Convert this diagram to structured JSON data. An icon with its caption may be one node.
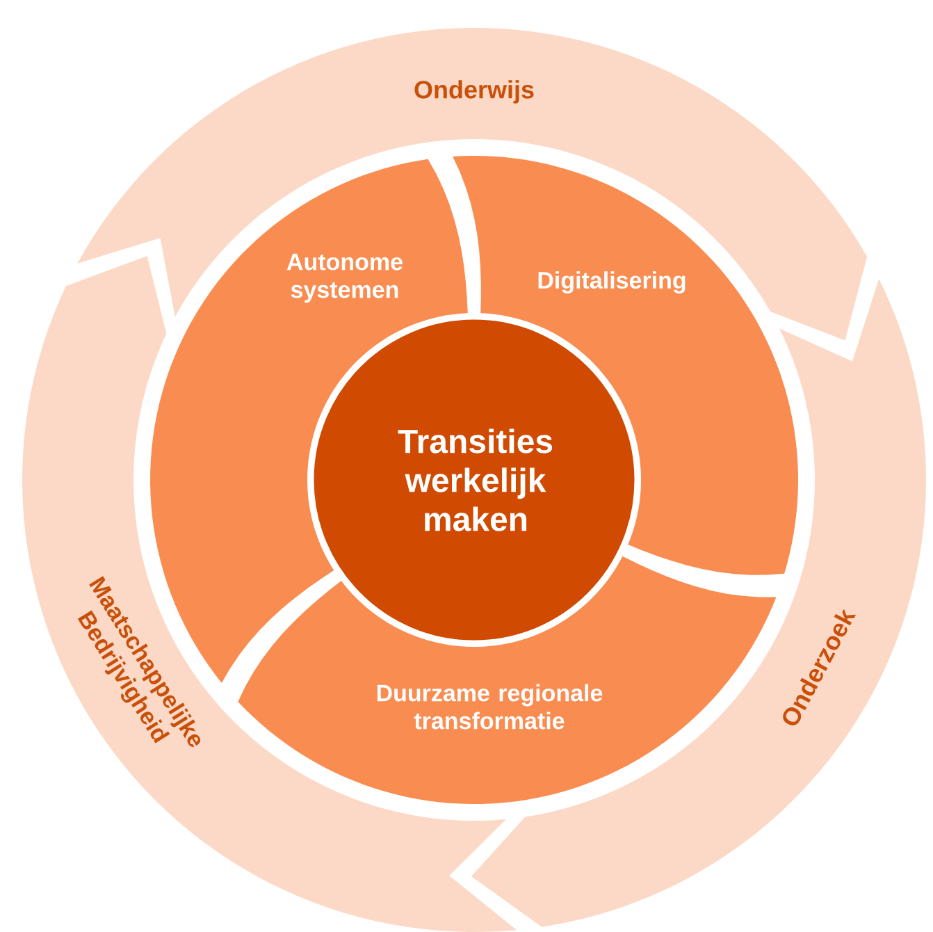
{
  "diagram": {
    "nodes": [
      {
        "text": [
          "Onderwijs"
        ]
      },
      {
        "text": [
          "Onderzoek"
        ]
      },
      {
        "text": [
          "Maatschappelijke Bedrijvigheid"
        ]
      },
      {
        "text": [
          "Autonome systemen"
        ]
      },
      {
        "text": [
          "Digitalisering"
        ]
      },
      {
        "text": [
          "Duurzame regionale transformatie"
        ]
      },
      {
        "text": [
          "Transities werkelijk maken"
        ]
      }
    ]
  }
}
